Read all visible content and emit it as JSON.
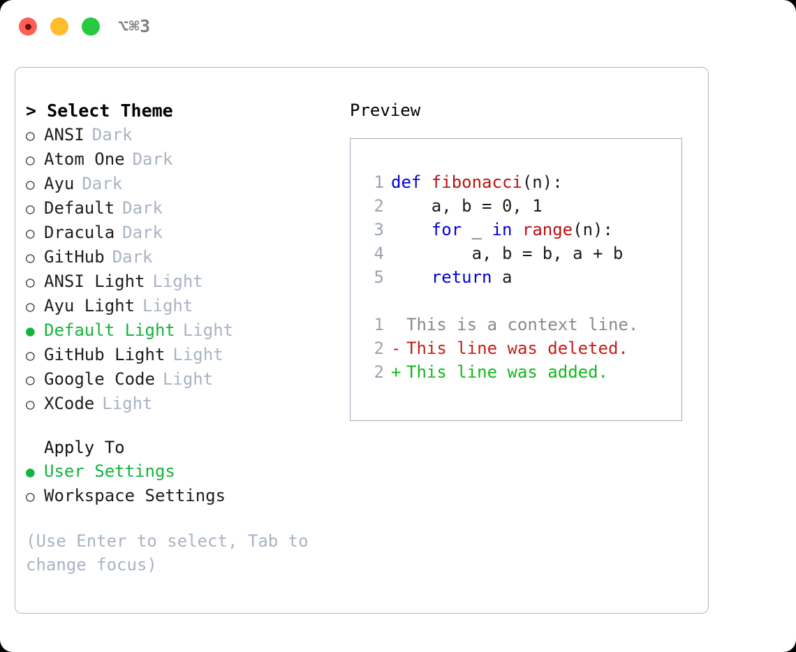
{
  "titlebar": {
    "shortcut": "⌥⌘3",
    "lights": [
      "close-red",
      "minimize-yellow",
      "maximize-green"
    ]
  },
  "theme_picker": {
    "header": "> Select Theme",
    "items": [
      {
        "label": "ANSI",
        "badge": "Dark",
        "selected": false
      },
      {
        "label": "Atom One",
        "badge": "Dark",
        "selected": false
      },
      {
        "label": "Ayu",
        "badge": "Dark",
        "selected": false
      },
      {
        "label": "Default",
        "badge": "Dark",
        "selected": false
      },
      {
        "label": "Dracula",
        "badge": "Dark",
        "selected": false
      },
      {
        "label": "GitHub",
        "badge": "Dark",
        "selected": false
      },
      {
        "label": "ANSI Light",
        "badge": "Light",
        "selected": false
      },
      {
        "label": "Ayu Light",
        "badge": "Light",
        "selected": false
      },
      {
        "label": "Default Light",
        "badge": "Light",
        "selected": true
      },
      {
        "label": "GitHub Light",
        "badge": "Light",
        "selected": false
      },
      {
        "label": "Google Code",
        "badge": "Light",
        "selected": false
      },
      {
        "label": "XCode",
        "badge": "Light",
        "selected": false
      }
    ],
    "bullet_selected": "●",
    "bullet_unselected": "○"
  },
  "apply_to": {
    "label": "Apply To",
    "items": [
      {
        "label": "User Settings",
        "selected": true
      },
      {
        "label": "Workspace Settings",
        "selected": false
      }
    ]
  },
  "hint": "(Use Enter to select, Tab to change focus)",
  "preview": {
    "title": "Preview",
    "code_lines": [
      {
        "no": "1",
        "tokens": [
          {
            "t": "def ",
            "c": "kw"
          },
          {
            "t": "fibonacci",
            "c": "fn"
          },
          {
            "t": "(n):",
            "c": "code-text"
          }
        ]
      },
      {
        "no": "2",
        "tokens": [
          {
            "t": "    a, b = 0, 1",
            "c": "code-text"
          }
        ]
      },
      {
        "no": "3",
        "tokens": [
          {
            "t": "    ",
            "c": "code-text"
          },
          {
            "t": "for",
            "c": "kw"
          },
          {
            "t": " _ ",
            "c": "code-text"
          },
          {
            "t": "in",
            "c": "kw"
          },
          {
            "t": " ",
            "c": "code-text"
          },
          {
            "t": "range",
            "c": "bi"
          },
          {
            "t": "(n):",
            "c": "code-text"
          }
        ]
      },
      {
        "no": "4",
        "tokens": [
          {
            "t": "        a, b = b, a + b",
            "c": "code-text"
          }
        ]
      },
      {
        "no": "5",
        "tokens": [
          {
            "t": "    ",
            "c": "code-text"
          },
          {
            "t": "return",
            "c": "kw"
          },
          {
            "t": " a",
            "c": "code-text"
          }
        ]
      }
    ],
    "diff_lines": [
      {
        "no": "1",
        "mark": " ",
        "text": "This is a context line.",
        "kind": "d-ctx"
      },
      {
        "no": "2",
        "mark": "-",
        "text": "This line was deleted.",
        "kind": "d-del"
      },
      {
        "no": "2",
        "mark": "+",
        "text": "This line was added.",
        "kind": "d-add"
      }
    ]
  },
  "colors": {
    "accent_green": "#14b33c",
    "badge_gray": "#a9b3c3",
    "border": "#aeb7c4",
    "preview_border": "#9aa7b6",
    "keyword_blue": "#0000dd",
    "function_red": "#bb1111",
    "diff_delete": "#c41f14",
    "diff_add": "#10b81a"
  }
}
